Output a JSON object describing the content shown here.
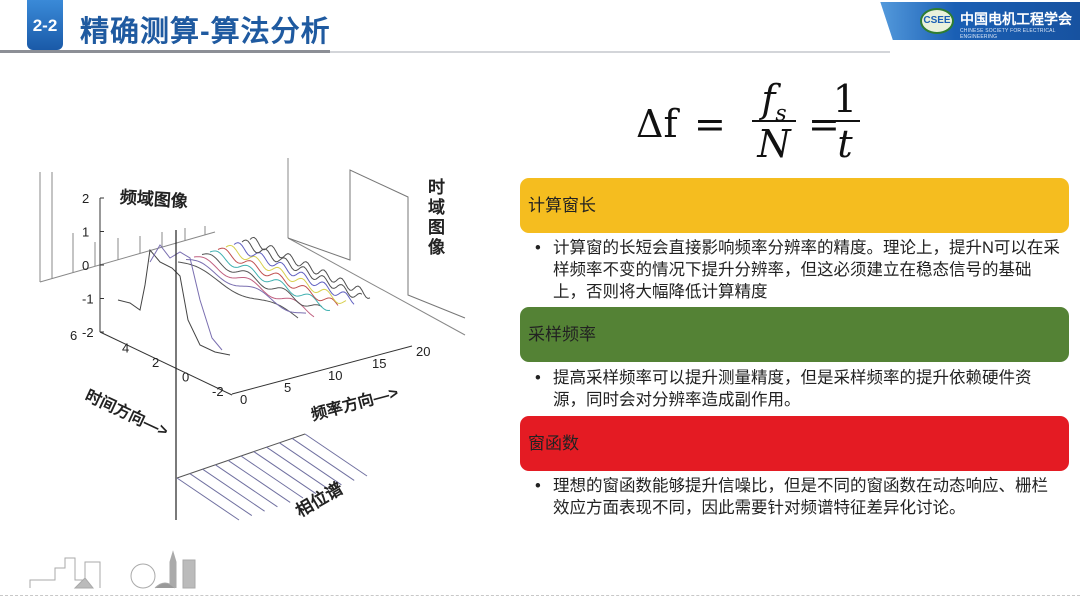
{
  "header": {
    "section_number": "2-2",
    "title": "精确测算-算法分析"
  },
  "logo": {
    "mark": "CSEE",
    "name_cn": "中国电机工程学会",
    "name_en": "CHINESE SOCIETY FOR ELECTRICAL ENGINEERING"
  },
  "formula": {
    "lhs": "Δf",
    "eq": "=",
    "num1": "f",
    "sub1": "s",
    "den1": "N",
    "num2": "1",
    "den2": "t"
  },
  "figure": {
    "label_freq_domain": "频域图像",
    "label_time_domain": "时域图像",
    "label_time_direction": "时间方向—>",
    "label_freq_direction": "频率方向—>",
    "label_phase": "相位谱",
    "z_ticks": [
      "2",
      "1",
      "0",
      "-1",
      "-2"
    ],
    "time_ticks": [
      "6",
      "4",
      "2",
      "0",
      "-2"
    ],
    "freq_ticks": [
      "0",
      "5",
      "10",
      "15",
      "20"
    ],
    "wave_colors": [
      "#555555",
      "#7a6fb0",
      "#c06080",
      "#555555",
      "#40b0b0",
      "#c05050",
      "#d8d050",
      "#6060c0",
      "#505050",
      "#505050"
    ]
  },
  "sections": [
    {
      "heading": "计算窗长",
      "color": "#f5bd1f",
      "text": "计算窗的长短会直接影响频率分辨率的精度。理论上，提升N可以在采样频率不变的情况下提升分辨率，但这必须建立在稳态信号的基础上，否则将大幅降低计算精度"
    },
    {
      "heading": "采样频率",
      "color": "#548235",
      "text": "提高采样频率可以提升测量精度，但是采样频率的提升依赖硬件资源，同时会对分辨率造成副作用。"
    },
    {
      "heading": "窗函数",
      "color": "#e41b23",
      "text": "理想的窗函数能够提升信噪比，但是不同的窗函数在动态响应、栅栏效应方面表现不同，因此需要针对频谱特征差异化讨论。"
    }
  ]
}
